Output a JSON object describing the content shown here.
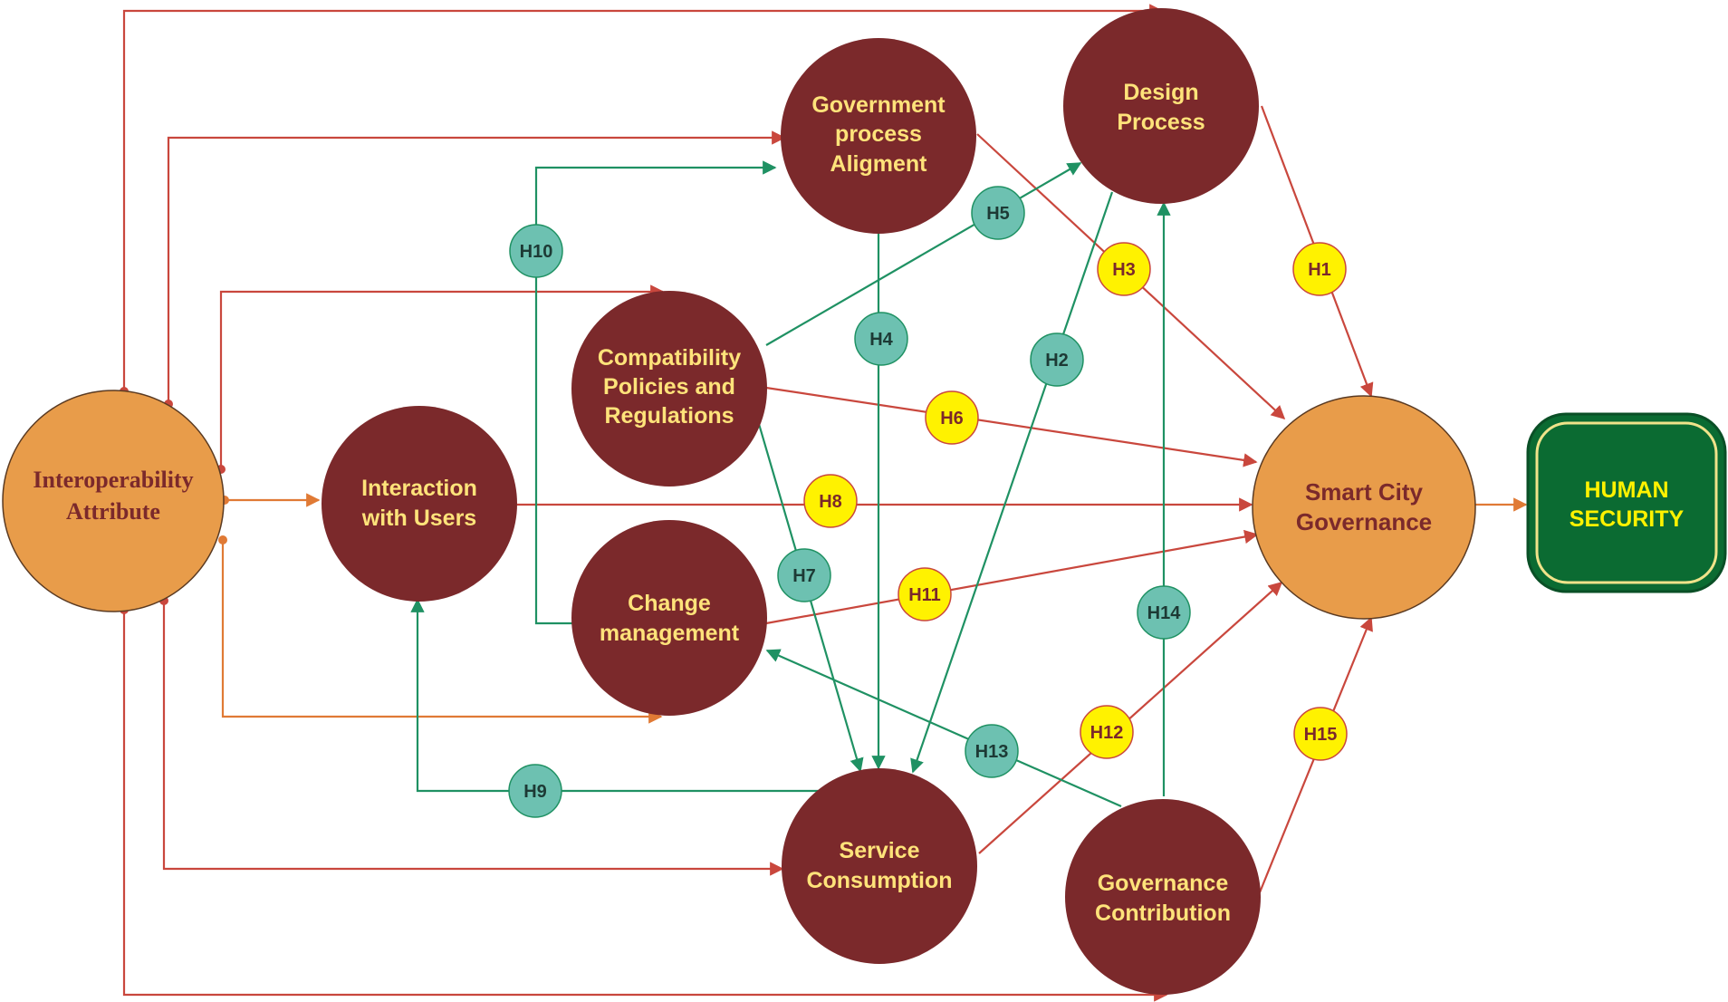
{
  "colors": {
    "maroon": "#7b292b",
    "orange": "#e89c4a",
    "red_arrow": "#c9473d",
    "orange_arrow": "#e07a35",
    "green_arrow": "#1f9163",
    "teal_badge": "#6dc1b1",
    "yellow_badge": "#fff200",
    "label_yellow": "#ffe37a",
    "human_security_fill": "#0b6b32",
    "human_security_border": "#f0e38a",
    "human_security_text": "#fff200"
  },
  "nodes": {
    "interoperability": {
      "lines": [
        "Interoperability",
        "Attribute"
      ]
    },
    "interaction": {
      "lines": [
        "Interaction",
        "with Users"
      ]
    },
    "compatibility": {
      "lines": [
        "Compatibility",
        "Policies and",
        "Regulations"
      ]
    },
    "change": {
      "lines": [
        "Change",
        "management"
      ]
    },
    "government": {
      "lines": [
        "Government",
        "process",
        "Aligment"
      ]
    },
    "design": {
      "lines": [
        "Design",
        "Process"
      ]
    },
    "service": {
      "lines": [
        "Service",
        "Consumption"
      ]
    },
    "governance": {
      "lines": [
        "Governance",
        "Contribution"
      ]
    },
    "smart": {
      "lines": [
        "Smart City",
        "Governance"
      ]
    },
    "human": {
      "lines": [
        "HUMAN",
        "SECURITY"
      ]
    }
  },
  "hypotheses": {
    "h1": "H1",
    "h2": "H2",
    "h3": "H3",
    "h4": "H4",
    "h5": "H5",
    "h6": "H6",
    "h7": "H7",
    "h8": "H8",
    "h9": "H9",
    "h10": "H10",
    "h11": "H11",
    "h12": "H12",
    "h13": "H13",
    "h14": "H14",
    "h15": "H15"
  }
}
